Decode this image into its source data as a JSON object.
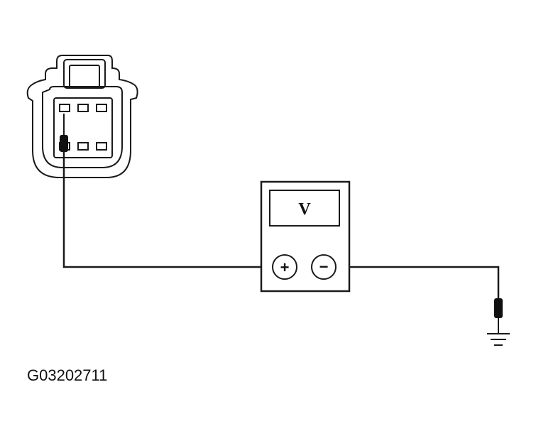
{
  "figure_id": "G03202711",
  "voltmeter": {
    "display_label": "V",
    "positive_terminal": "+",
    "negative_terminal": "−"
  },
  "colors": {
    "line": "#1a1a1a",
    "fill": "#ffffff",
    "probe": "#111111"
  },
  "connector": {
    "pin_rows": 2,
    "pins_per_row": 3
  }
}
